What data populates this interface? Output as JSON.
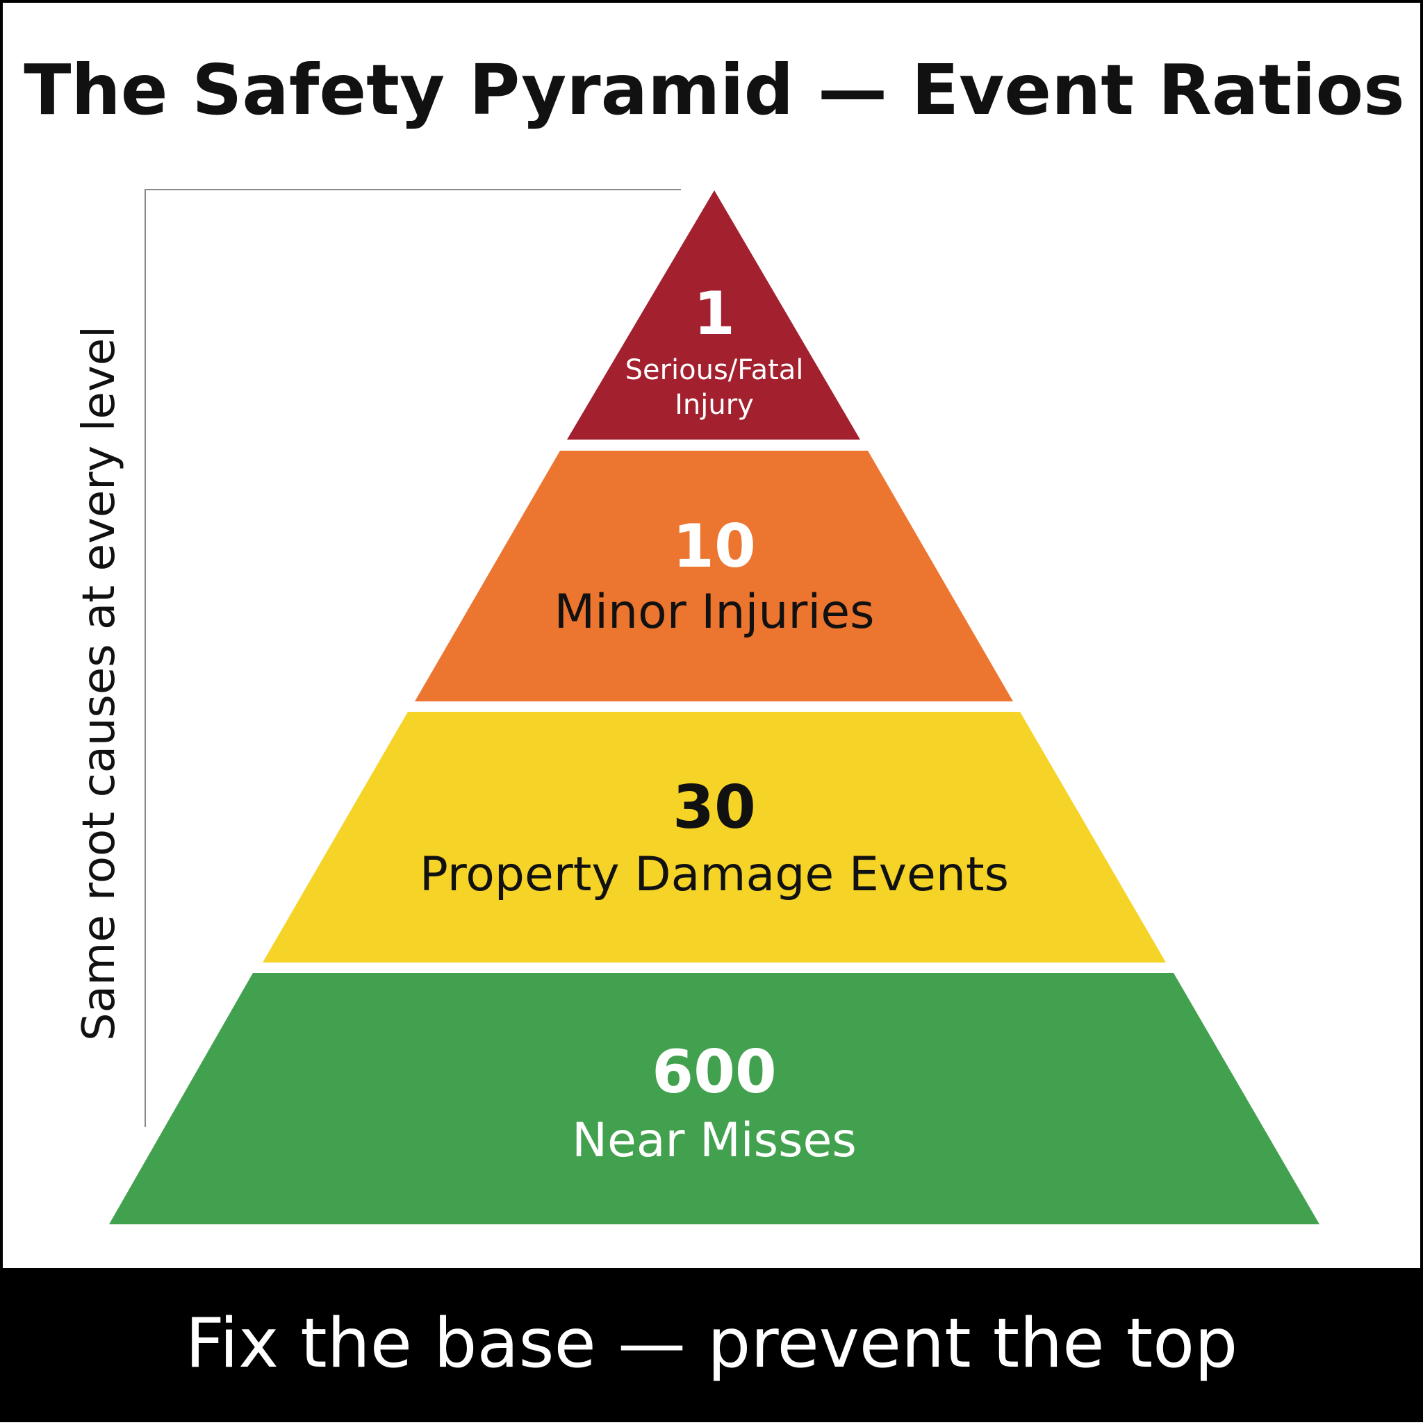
{
  "title": "The Safety Pyramid — Event Ratios",
  "side_label": "Same root causes at every level",
  "tiers": [
    {
      "value": "1",
      "label_line1": "Serious/Fatal",
      "label_line2": "Injury",
      "color": "#A3202F"
    },
    {
      "value": "10",
      "label": "Minor Injuries",
      "color": "#EC7530"
    },
    {
      "value": "30",
      "label": "Property Damage Events",
      "color": "#F5D327"
    },
    {
      "value": "600",
      "label": "Near Misses",
      "color": "#42A14E"
    }
  ],
  "footer": "Fix the base — prevent the top"
}
